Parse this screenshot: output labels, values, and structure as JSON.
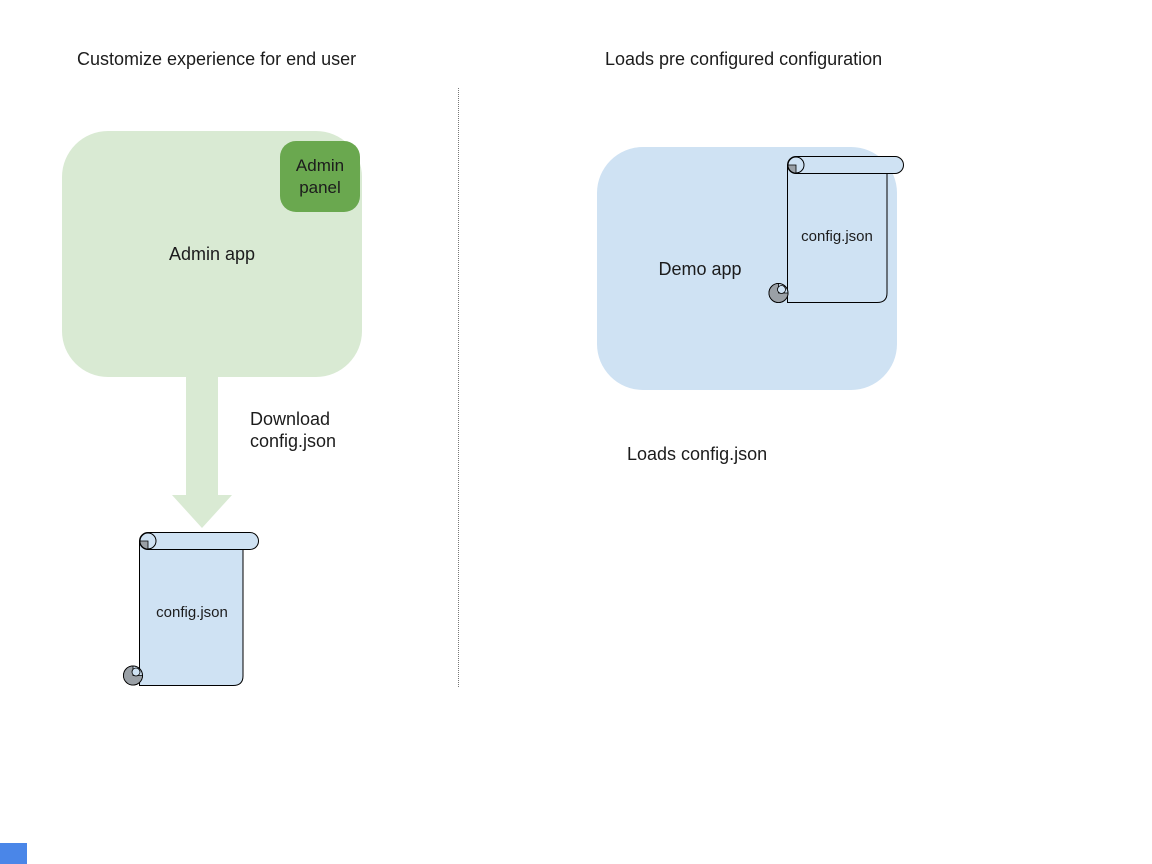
{
  "left": {
    "title": "Customize experience for end user",
    "admin_app": "Admin app",
    "admin_panel": "Admin panel",
    "download_caption": "Download\nconfig.json",
    "file_label": "config.json"
  },
  "right": {
    "title": "Loads pre configured configuration",
    "demo_app": "Demo app",
    "file_label": "config.json",
    "caption": "Loads config.json"
  },
  "icons": {
    "arrow": "down-arrow-icon",
    "file": "scroll-document-icon"
  },
  "colors": {
    "background": "#ffffff",
    "app_green_fill": "#d9ead3",
    "panel_green_fill": "#6aa84f",
    "arrow_green_fill": "#d9ead3",
    "file_blue_fill": "#cfe2f3",
    "curl_gray": "#9aa0a6",
    "outline_black": "#000000",
    "divider_gray": "#777777",
    "text_ink": "#1c1c1c",
    "corner_accent_blue": "#4a86e8"
  }
}
